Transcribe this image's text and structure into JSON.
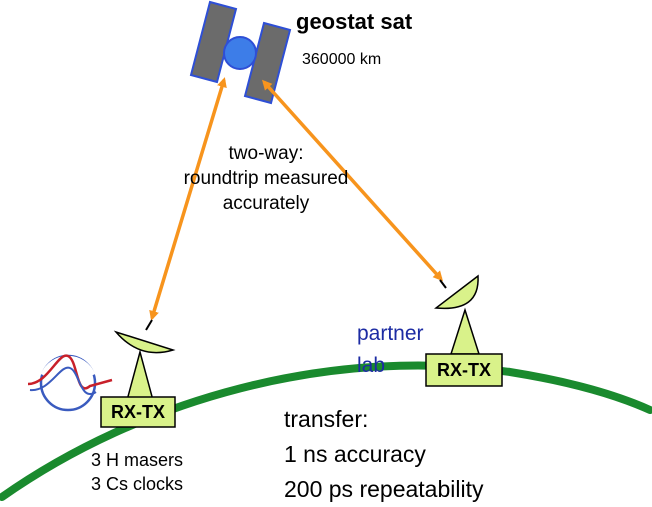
{
  "satellite": {
    "title": "geostat sat",
    "distance": "360000 km"
  },
  "link_note": {
    "lines": [
      "two-way:",
      "roundtrip measured",
      "accurately"
    ]
  },
  "partner_lab": {
    "lines": [
      "partner",
      "lab"
    ],
    "box_label": "RX-TX"
  },
  "home_station": {
    "box_label": "RX-TX",
    "clock_lines": [
      "3 H masers",
      "3 Cs clocks"
    ],
    "logo_icon": "institute-logo"
  },
  "transfer": {
    "lines": [
      "transfer:",
      "1 ns accuracy",
      "200 ps repeatability"
    ]
  },
  "colors": {
    "arrow": "#f7941d",
    "earth": "#1a8a2e",
    "panel": "#6b6b6b",
    "panel_border": "#2e4fd6",
    "station_fill": "#d9f28a",
    "partner_text": "#1c2ba3"
  }
}
